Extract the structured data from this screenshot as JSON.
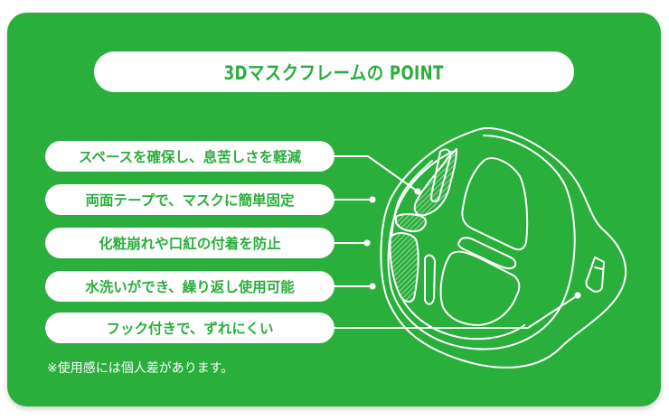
{
  "title": "3Dマスクフレームの POINT",
  "points": [
    {
      "label": "スペースを確保し、息苦しさを軽減"
    },
    {
      "label": "両面テープで、マスクに簡単固定"
    },
    {
      "label": "化粧崩れや口紅の付着を防止"
    },
    {
      "label": "水洗いができ、繰り返し使用可能"
    },
    {
      "label": "フック付きで、ずれにくい"
    }
  ],
  "note": "※使用感には個人差があります。",
  "colors": {
    "brand_green": "#2aae3c",
    "pill_bg": "#ffffff",
    "line": "#ffffff"
  },
  "illustration": "mask-frame-line-drawing"
}
